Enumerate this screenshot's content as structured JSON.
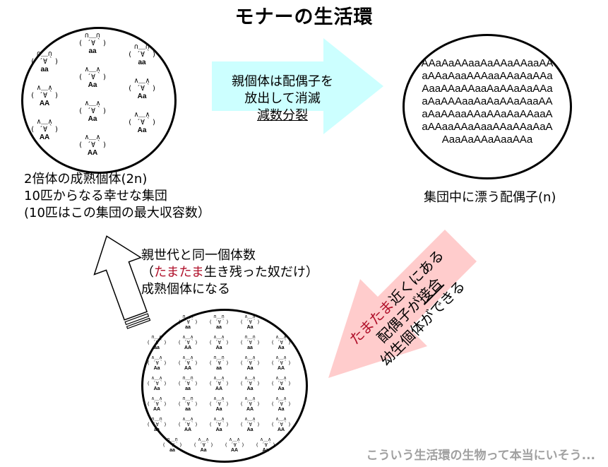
{
  "title": "モナーの生活環",
  "faces": {
    "aa_ears": "∩＿∩",
    "A_ears": "∧＿∧",
    "face": "( ´∀｀)"
  },
  "adult_circle": {
    "genotypes": [
      "aa",
      "aa",
      "aa",
      "Aa",
      "Aa",
      "AA",
      "Aa",
      "Aa",
      "AA",
      "AA"
    ]
  },
  "adult_label": [
    "2倍体の成熟個体(2n)",
    "10匹からなる幸せな集団",
    "(10匹はこの集団の最大収容数）"
  ],
  "arrow_right": {
    "line1": "親個体は配偶子を",
    "line2": "放出して消滅",
    "line3": "減数分裂",
    "color": "#ccffff"
  },
  "gamete_circle": {
    "letters": "AAaAaAAaaAaAAaAAaaAAaAAaAaaAAAaaAAaAaAAaAaaAAaAAaaAaAAaAaAAaaAaAAAaaAaAaAAaAaaAAaAaAAaaAAaAAaAaAAaaAaAAaaAAaAaaAAaAAaAaAAaaAaAAaAaaAAa"
  },
  "gamete_label": "集団中に漂う配偶子(n)",
  "arrow_diag": {
    "red": "たまたま",
    "line1": "近くにある",
    "line2a": "配偶子が",
    "line2b": "接合",
    "line3": "幼生個体ができる",
    "color": "#ffcccc"
  },
  "juvenile_circle": {
    "genotypes": [
      "aa",
      "aa",
      "Aa",
      "aa",
      "AA",
      "Aa",
      "aa",
      "Aa",
      "Aa",
      "AA",
      "aa",
      "Aa",
      "AA",
      "Aa",
      "aa",
      "AA",
      "Aa",
      "Aa",
      "AA",
      "aa",
      "Aa",
      "AA",
      "Aa",
      "aa",
      "AA",
      "Aa",
      "Aa",
      "AA",
      "aa",
      "Aa",
      "AA",
      "Aa"
    ]
  },
  "survive_label": {
    "line1": "親世代と同一個体数",
    "open": "（",
    "red": "たまたま",
    "rest": "生き残った奴だけ）",
    "line3": "成熟個体になる"
  },
  "footer": "こういう生活環の生物って本当にいそう..."
}
